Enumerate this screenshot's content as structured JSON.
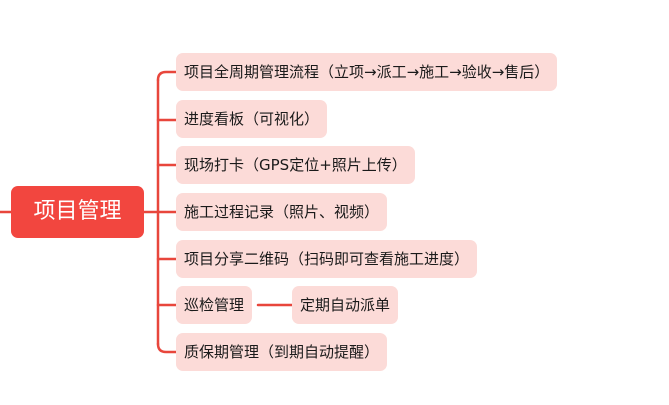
{
  "root": {
    "label": "项目管理"
  },
  "branches": [
    {
      "label": "项目全周期管理流程（立项→派工→施工→验收→售后）"
    },
    {
      "label": "进度看板（可视化）"
    },
    {
      "label": "现场打卡（GPS定位+照片上传）"
    },
    {
      "label": "施工过程记录（照片、视频）"
    },
    {
      "label": "项目分享二维码（扫码即可查看施工进度）"
    },
    {
      "label": "巡检管理",
      "child": {
        "label": "定期自动派单"
      }
    },
    {
      "label": "质保期管理（到期自动提醒）"
    }
  ],
  "colors": {
    "line": "#e8463c",
    "root": "#f2463f",
    "node": "#fcdbd8"
  }
}
